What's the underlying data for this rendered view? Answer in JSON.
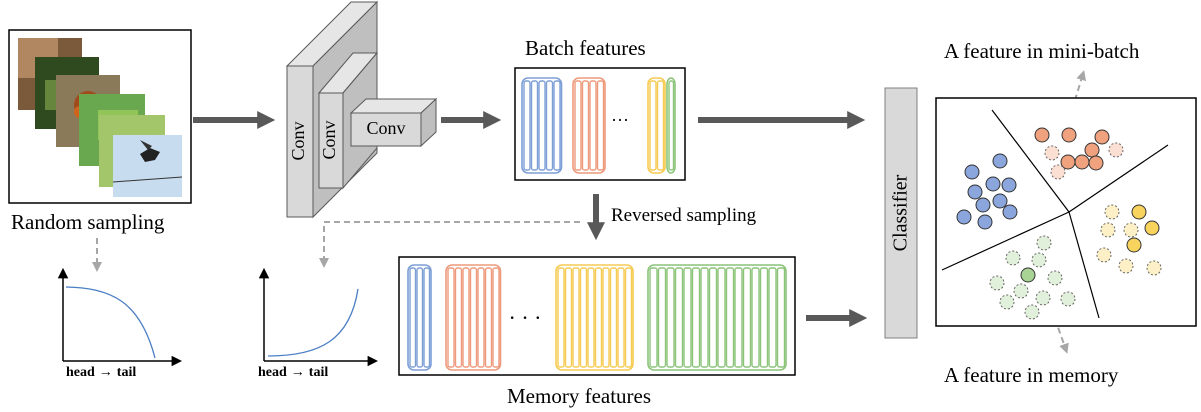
{
  "labels": {
    "random_sampling": "Random sampling",
    "batch_features": "Batch features",
    "reversed_sampling": "Reversed sampling",
    "memory_features": "Memory features",
    "classifier": "Classifier",
    "feature_in_minibatch": "A feature in mini-batch",
    "feature_in_memory": "A feature in memory",
    "conv_label": "Conv",
    "ellipsis": "· · ·",
    "ellipsis_batch": "···"
  },
  "axis_labels": {
    "head": "head",
    "tail": "tail",
    "arrow": "→"
  },
  "colors": {
    "blue": "#7d9fd6",
    "orange": "#ee9a7c",
    "yellow": "#f6cb53",
    "green": "#8cc47a",
    "blue_fill": "#8aa6dc",
    "orange_fill": "#f0a27f",
    "yellow_fill": "#f8d35d",
    "green_fill": "#a8d394",
    "conv_gray": "#d9d9d9",
    "arrow_gray": "#595959",
    "dash_gray": "#a6a6a6",
    "curve_blue": "#4a7ec4"
  }
}
